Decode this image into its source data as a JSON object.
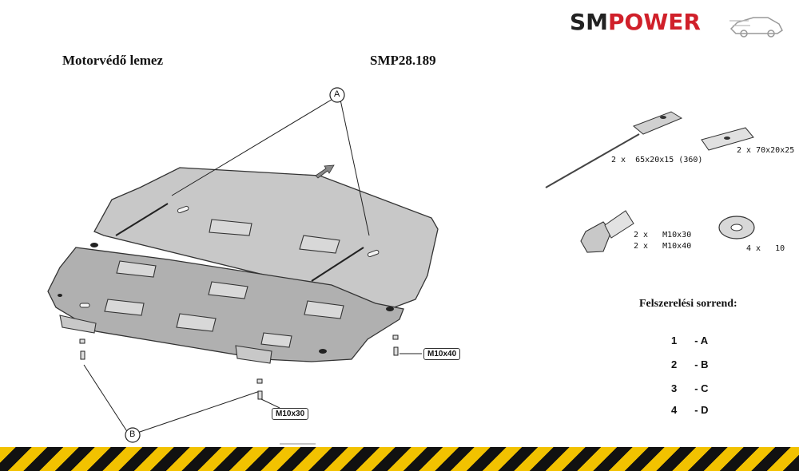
{
  "header": {
    "title": "Motorvédő lemez",
    "code": "SMP28.189",
    "logo_sm": "SM",
    "logo_power": "POWER"
  },
  "parts": [
    {
      "qty": "2 x",
      "spec": "65x20x15 (360)"
    },
    {
      "qty": "2 x",
      "spec": "70x20x25"
    },
    {
      "qty": "2 x",
      "spec": "M10x30"
    },
    {
      "qty": "2 x",
      "spec": "M10x40"
    },
    {
      "qty": "4 x",
      "spec": "10"
    }
  ],
  "callouts": {
    "a": "A",
    "b": "B",
    "m10x40": "M10x40",
    "m10x30": "M10x30"
  },
  "order": {
    "title": "Felszerelési sorrend:",
    "steps": [
      {
        "num": "1",
        "letter": "- A"
      },
      {
        "num": "2",
        "letter": "- B"
      },
      {
        "num": "3",
        "letter": "- C"
      },
      {
        "num": "4",
        "letter": "- D"
      }
    ]
  },
  "colors": {
    "brand_red": "#d0202a",
    "hazard_yellow": "#f2c200",
    "hazard_black": "#111111"
  }
}
